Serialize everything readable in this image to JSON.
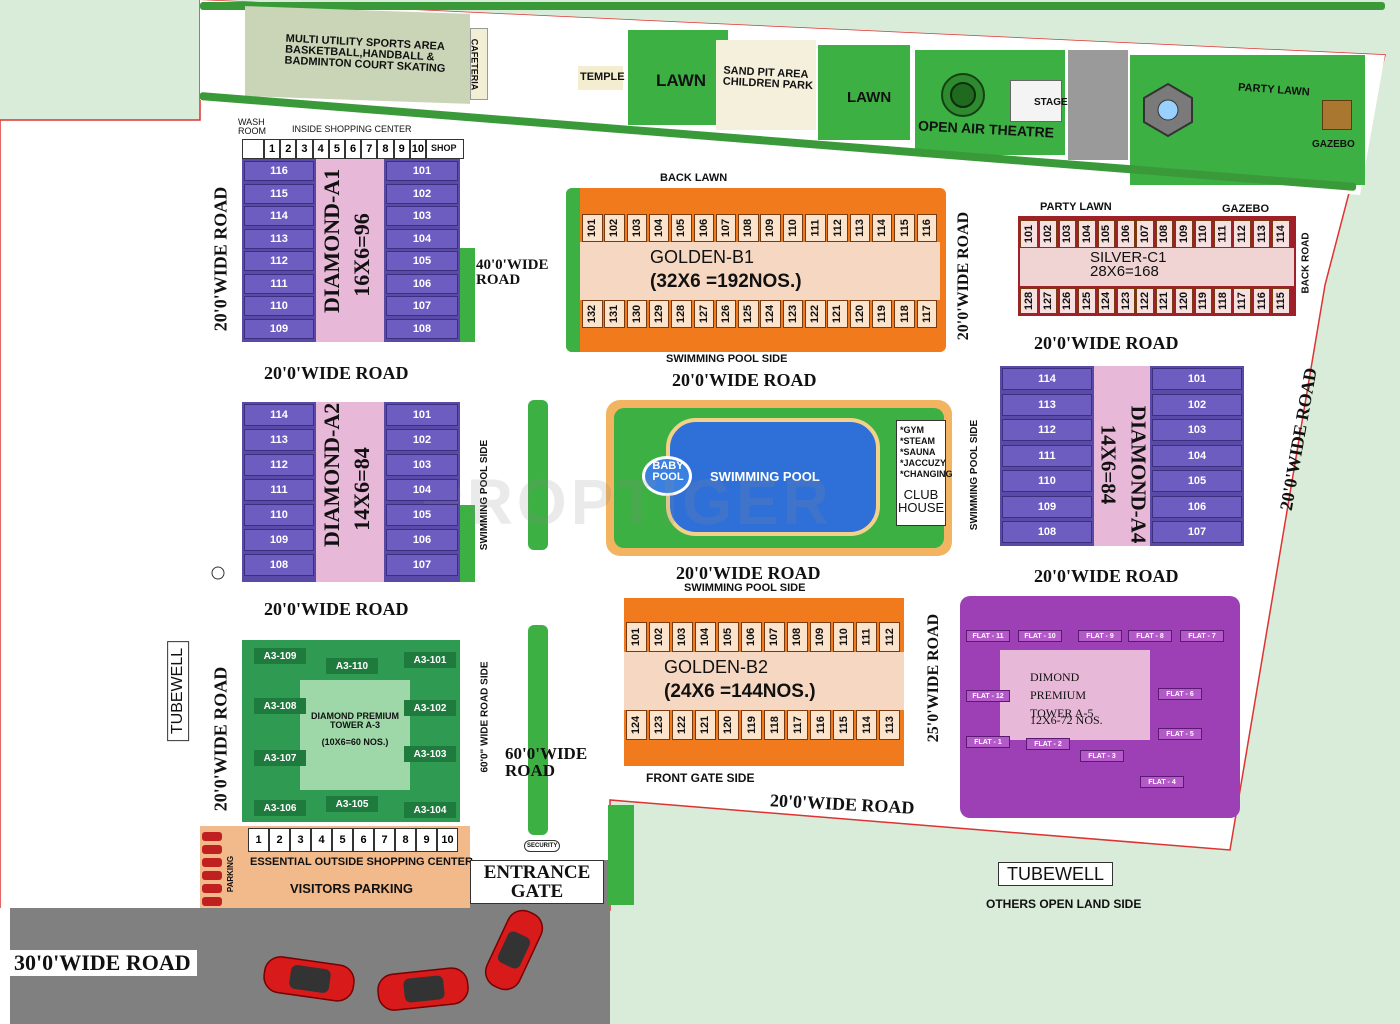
{
  "areas": {
    "sports": "MULTI UTILITY SPORTS AREA BASKETBALL,HANDBALL & BADMINTON COURT SKATING",
    "cafeteria": "CAFETERIA",
    "temple": "TEMPLE",
    "lawn1": "LAWN",
    "sandpit": "SAND PIT  AREA CHILDREN PARK",
    "lawn2": "LAWN",
    "stage": "STAGE",
    "theatre": "OPEN AIR THEATRE",
    "party_lawn_top": "PARTY LAWN",
    "gazebo_top": "GAZEBO",
    "wash_room": "WASH ROOM",
    "inside_shopping": "INSIDE SHOPPING CENTER",
    "shop": "SHOP",
    "back_lawn": "BACK LAWN",
    "party_lawn_c1": "PARTY LAWN",
    "gazebo_c1": "GAZEBO",
    "back_road": "BACK ROAD",
    "swimming_pool_side_b1": "SWIMMING POOL SIDE",
    "swimming_pool_side_a2": "SWIMMING POOL SIDE",
    "swimming_pool_side_a4": "SWIMMING POOL SIDE",
    "swimming_pool_side_b2": "SWIMMING POOL SIDE",
    "baby_pool": "BABY POOL",
    "swimming_pool": "SWIMMING POOL",
    "club_list": [
      "*GYM",
      "*STEAM",
      "*SAUNA",
      "*JACCUZY",
      "*CHANGING"
    ],
    "club_house": "CLUB HOUSE",
    "front_gate_side": "FRONT GATE SIDE",
    "wide_road_side": "60'0\" WIDE ROAD SIDE",
    "outside_shopping": "ESSENTIAL OUTSIDE SHOPPING CENTER",
    "visitors_parking": "VISITORS PARKING",
    "parking": "PARKING",
    "entrance_gate": "ENTRANCE GATE",
    "security": "SECURITY",
    "tubewell_left": "TUBEWELL",
    "tubewell_right": "TUBEWELL",
    "others_open_land": "OTHERS OPEN LAND SIDE",
    "watermark": "PROPTIGER"
  },
  "roads": {
    "r20_left_top": "20'0'WIDE ROAD",
    "r20_left_bottom": "20'0'WIDE ROAD",
    "r20_a1a2": "20'0'WIDE ROAD",
    "r20_a2a3": "20'0'WIDE ROAD",
    "r40": "40'0'WIDE ROAD",
    "r20_b1": "20'0'WIDE ROAD",
    "r20_pool": "20'0'WIDE ROAD",
    "r20_vert_mid": "20'0'WIDE ROAD",
    "r20_c1": "20'0'WIDE ROAD",
    "r20_a4": "20'0'WIDE ROAD",
    "r20_right": "20'0'WIDE ROAD",
    "r25": "25'0'WIDE ROAD",
    "r60": "60'0'WIDE ROAD",
    "r20_bottom": "20'0'WIDE ROAD",
    "r30": "30'0'WIDE ROAD"
  },
  "blocks": {
    "a1": {
      "name": "DIAMOND-A1",
      "count": "16X6=96",
      "left": [
        "116",
        "115",
        "114",
        "113",
        "112",
        "111",
        "110",
        "109"
      ],
      "right": [
        "101",
        "102",
        "103",
        "104",
        "105",
        "106",
        "107",
        "108"
      ]
    },
    "a2": {
      "name": "DIAMOND-A2",
      "count": "14X6=84",
      "left": [
        "114",
        "113",
        "112",
        "111",
        "110",
        "109",
        "108"
      ],
      "right": [
        "101",
        "102",
        "103",
        "104",
        "105",
        "106",
        "107"
      ]
    },
    "a4": {
      "name": "DIAMOND-A4",
      "count": "14X6=84",
      "left": [
        "114",
        "113",
        "112",
        "111",
        "110",
        "109",
        "108"
      ],
      "right": [
        "101",
        "102",
        "103",
        "104",
        "105",
        "106",
        "107"
      ]
    },
    "b1": {
      "name": "GOLDEN-B1",
      "count": "(32X6 =192NOS.)",
      "top": [
        "101",
        "102",
        "103",
        "104",
        "105",
        "106",
        "107",
        "108",
        "109",
        "110",
        "111",
        "112",
        "113",
        "114",
        "115",
        "116"
      ],
      "bottom": [
        "132",
        "131",
        "130",
        "129",
        "128",
        "127",
        "126",
        "125",
        "124",
        "123",
        "122",
        "121",
        "120",
        "119",
        "118",
        "117"
      ]
    },
    "b2": {
      "name": "GOLDEN-B2",
      "count": "(24X6 =144NOS.)",
      "top": [
        "101",
        "102",
        "103",
        "104",
        "105",
        "106",
        "107",
        "108",
        "109",
        "110",
        "111",
        "112"
      ],
      "bottom": [
        "124",
        "123",
        "122",
        "121",
        "120",
        "119",
        "118",
        "117",
        "116",
        "115",
        "114",
        "113"
      ]
    },
    "c1": {
      "name": "SILVER-C1",
      "count": "28X6=168",
      "top": [
        "101",
        "102",
        "103",
        "104",
        "105",
        "106",
        "107",
        "108",
        "109",
        "110",
        "111",
        "112",
        "113",
        "114"
      ],
      "bottom": [
        "128",
        "127",
        "126",
        "125",
        "124",
        "123",
        "122",
        "121",
        "120",
        "119",
        "118",
        "117",
        "116",
        "115"
      ]
    },
    "a3": {
      "name": "DIAMOND PREMIUM TOWER A-3",
      "count": "(10X6=60 NOS.)",
      "units": [
        "A3-109",
        "A3-110",
        "A3-101",
        "A3-108",
        "A3-102",
        "A3-107",
        "A3-103",
        "A3-106",
        "A3-105",
        "A3-104"
      ]
    },
    "a5": {
      "name": "DIMOND PREMIUM TOWER A-5",
      "count": "12X6-72 NOS.",
      "units": [
        "FLAT - 11",
        "FLAT - 10",
        "FLAT - 9",
        "FLAT - 8",
        "FLAT - 7",
        "FLAT - 12",
        "FLAT - 6",
        "FLAT - 1",
        "FLAT - 2",
        "FLAT - 3",
        "FLAT - 5",
        "FLAT - 4"
      ]
    }
  },
  "shops_inside": [
    "1",
    "2",
    "3",
    "4",
    "5",
    "6",
    "7",
    "8",
    "9",
    "10"
  ],
  "shops_outside": [
    "1",
    "2",
    "3",
    "4",
    "5",
    "6",
    "7",
    "8",
    "9",
    "10"
  ],
  "colors": {
    "purple": "#5a4aa8",
    "orange": "#f07a1c",
    "maroon": "#a0202a",
    "green": "#2f9a52",
    "lawn": "#3cb043",
    "pink": "#e8b8d8",
    "pool": "#2f6fd8",
    "violet": "#9d3fb5",
    "road": "#808080"
  }
}
